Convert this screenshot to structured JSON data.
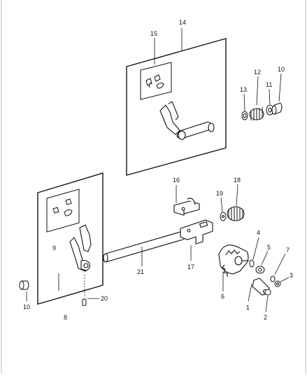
{
  "diagram": {
    "callouts": {
      "c1": "1",
      "c2": "2",
      "c3": "3",
      "c4": "4",
      "c5": "5",
      "c6": "6",
      "c7": "7",
      "c8": "8",
      "c9": "9",
      "c10a": "10",
      "c10b": "10",
      "c11": "11",
      "c12": "12",
      "c13": "13",
      "c14": "14",
      "c15": "15",
      "c16": "16",
      "c17": "17",
      "c18": "18",
      "c19": "19",
      "c20": "20",
      "c21": "21"
    }
  }
}
